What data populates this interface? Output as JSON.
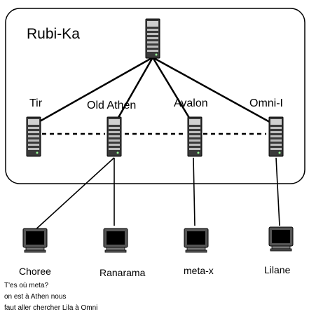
{
  "region": {
    "label": "Rubi-Ka"
  },
  "servers": [
    {
      "label": "Tir"
    },
    {
      "label": "Old Athen"
    },
    {
      "label": "Avalon"
    },
    {
      "label": "Omni-I"
    }
  ],
  "clients": [
    {
      "label": "Choree"
    },
    {
      "label": "Ranarama"
    },
    {
      "label": "meta-x"
    },
    {
      "label": "Lilane"
    }
  ],
  "chat": [
    "T'es où meta?",
    "on est à Athen nous",
    "faut aller chercher Lila à Omni"
  ],
  "colors": {
    "line": "#000000",
    "server_body": "#444444",
    "screen": "#000000"
  },
  "icons": {
    "server": "server-tower-icon",
    "client": "computer-monitor-icon"
  }
}
